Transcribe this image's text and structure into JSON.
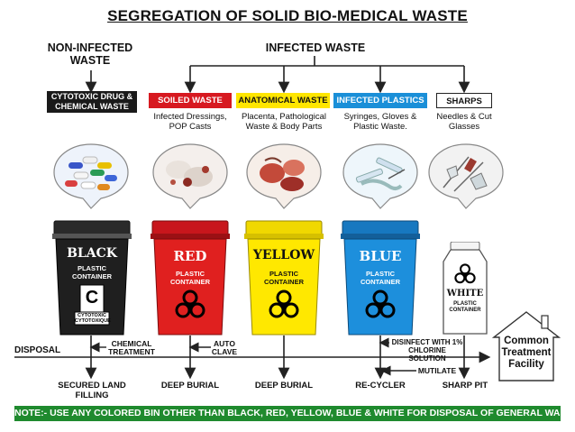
{
  "title": "SEGREGATION OF SOLID BIO-MEDICAL WASTE",
  "non_infected_header": "NON-INFECTED WASTE",
  "infected_header": "INFECTED WASTE",
  "categories": [
    {
      "label": "CYTOTOXIC DRUG & CHEMICAL WASTE",
      "color": "#1a1a1a",
      "text_color": "#ffffff",
      "description": ""
    },
    {
      "label": "SOILED WASTE",
      "color": "#d71920",
      "text_color": "#ffffff",
      "description": "Infected Dressings, POP Casts"
    },
    {
      "label": "ANATOMICAL WASTE",
      "color": "#ffe600",
      "text_color": "#111111",
      "description": "Placenta, Pathological Waste & Body Parts"
    },
    {
      "label": "INFECTED PLASTICS",
      "color": "#1a8fd8",
      "text_color": "#ffffff",
      "description": "Syringes, Gloves & Plastic Waste."
    },
    {
      "label": "SHARPS",
      "color": "#ffffff",
      "text_color": "#111111",
      "description": "Needles & Cut Glasses"
    }
  ],
  "bins": [
    {
      "name": "BLACK",
      "sub": "PLASTIC CONTAINER",
      "color": "#1f1f1f",
      "mark": "C",
      "mark_caption": "CYTOTOXIC CYTOTOXIQUE"
    },
    {
      "name": "RED",
      "sub": "PLASTIC CONTAINER",
      "color": "#e0201f"
    },
    {
      "name": "YELLOW",
      "sub": "PLASTIC CONTAINER",
      "color": "#ffe800"
    },
    {
      "name": "BLUE",
      "sub": "PLASTIC CONTAINER",
      "color": "#1d8fdc"
    },
    {
      "name": "WHITE",
      "sub": "PLASTIC CONTAINER",
      "color": "#ffffff"
    }
  ],
  "disposal_label": "DISPOSAL",
  "treatments": {
    "chemical": "CHEMICAL TREATMENT",
    "autoclave": "AUTO CLAVE",
    "disinfect": "DISINFECT WITH 1% CHLORINE SOLUTION",
    "mutilate": "MUTILATE"
  },
  "facility_label": "Common Treatment Facility",
  "outcomes": [
    "SECURED LAND FILLING",
    "DEEP BURIAL",
    "DEEP BURIAL",
    "RE-CYCLER",
    "SHARP PIT"
  ],
  "note": "NOTE:- USE ANY COLORED BIN OTHER THAN BLACK, RED, YELLOW, BLUE & WHITE FOR DISPOSAL OF GENERAL WASTE"
}
